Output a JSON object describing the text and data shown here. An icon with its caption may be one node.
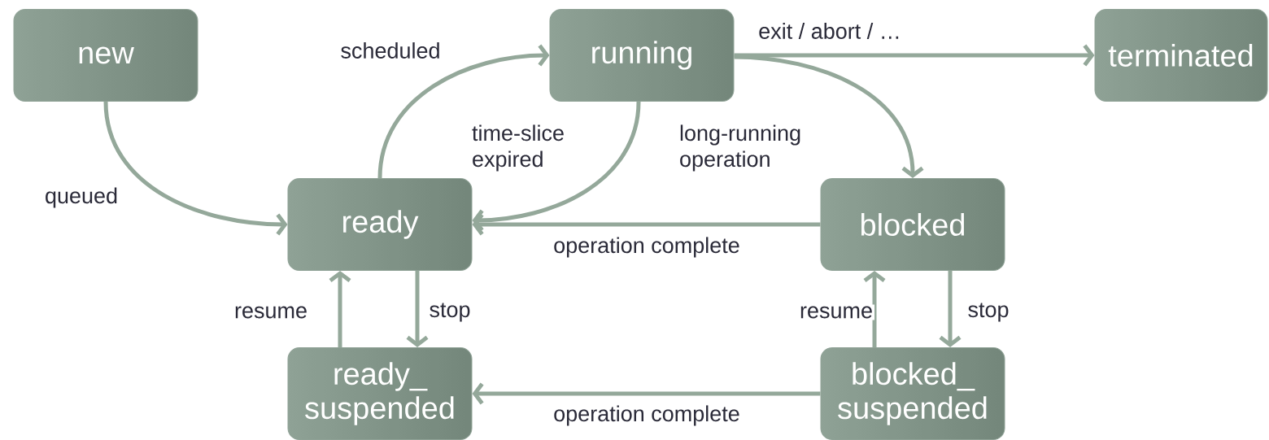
{
  "diagram": {
    "nodes": [
      {
        "text": [
          "new"
        ]
      },
      {
        "text": [
          "running"
        ]
      },
      {
        "text": [
          "terminated"
        ]
      },
      {
        "text": [
          "ready"
        ]
      },
      {
        "text": [
          "blocked"
        ]
      },
      {
        "text": [
          "ready_ suspended"
        ]
      },
      {
        "text": [
          "blocked_ suspended"
        ]
      }
    ],
    "edges": [
      {
        "from": 0,
        "to": 3,
        "arrow": "to",
        "label": "queued"
      },
      {
        "from": 3,
        "to": 1,
        "arrow": "to",
        "label": "scheduled"
      },
      {
        "from": 1,
        "to": 3,
        "arrow": "to",
        "label": "time-slice expired"
      },
      {
        "from": 1,
        "to": 2,
        "arrow": "to",
        "label": "exit / abort / …"
      },
      {
        "from": 1,
        "to": 4,
        "arrow": "to",
        "label": "long-running operation"
      },
      {
        "from": 4,
        "to": 3,
        "arrow": "to",
        "label": "operation complete"
      },
      {
        "from": 3,
        "to": 5,
        "arrow": "to",
        "label": "stop"
      },
      {
        "from": 5,
        "to": 3,
        "arrow": "to",
        "label": "resume"
      },
      {
        "from": 4,
        "to": 6,
        "arrow": "to",
        "label": "stop"
      },
      {
        "from": 6,
        "to": 4,
        "arrow": "to",
        "label": "resume"
      },
      {
        "from": 6,
        "to": 5,
        "arrow": "to",
        "label": "operation complete"
      }
    ]
  }
}
